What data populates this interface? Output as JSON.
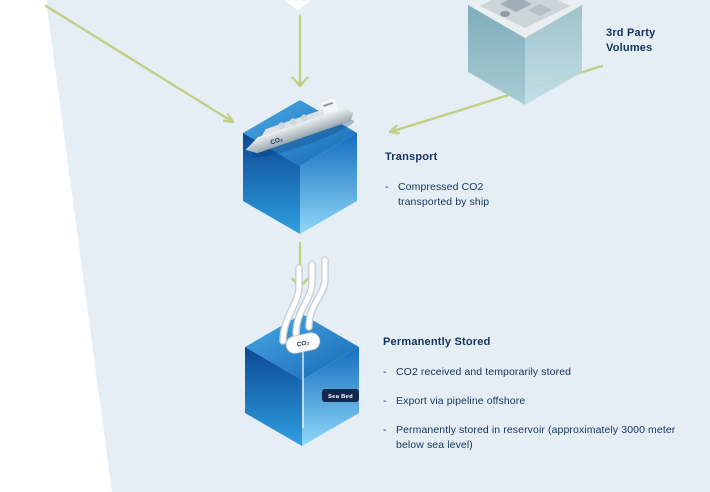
{
  "colors": {
    "panel_blue": "#e4eef4",
    "arrow_green": "#c1cf85",
    "navy_text": "#15325f",
    "cube_blue_dark": "#0b4894",
    "cube_blue_light": "#7ed2f6",
    "cube_teal": "#8fbac6",
    "sea_bed_chip": "#12294f"
  },
  "bullet_marker": "-",
  "nodes": {
    "third_party": {
      "label": "3rd Party Volumes"
    },
    "transport": {
      "title": "Transport",
      "bullets": [
        "Compressed CO2 transported by ship"
      ]
    },
    "stored": {
      "title": "Permanently Stored",
      "bullets": [
        "CO2 received and temporarily stored",
        "Export via pipeline offshore",
        "Permanently stored in reservoir (approximately 3000 meter below sea level)"
      ]
    },
    "ship": {
      "hull_label": "CO₂"
    },
    "tank": {
      "label": "CO₂"
    },
    "sea_bed": {
      "label": "Sea Bed"
    }
  }
}
